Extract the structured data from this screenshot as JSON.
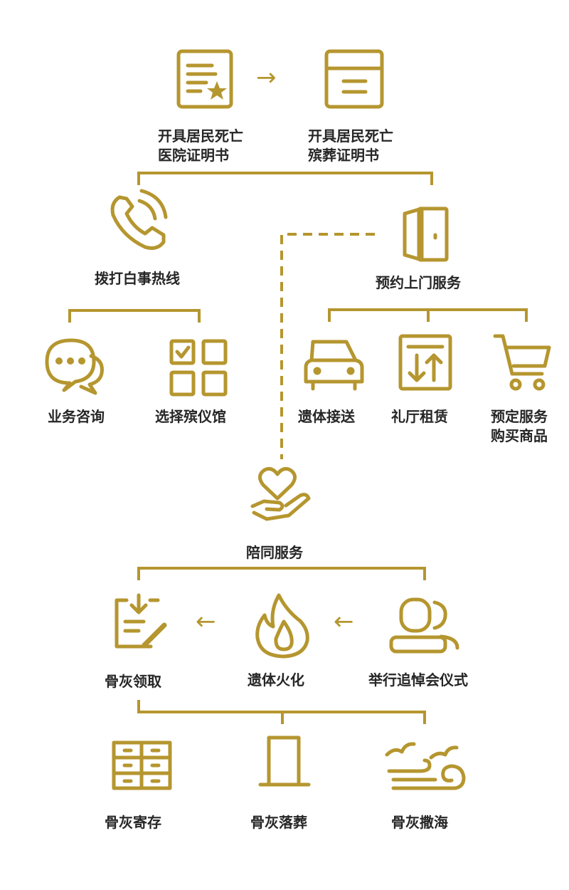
{
  "steps": {
    "hospital_cert": {
      "line1": "开具居民死亡",
      "line2": "医院证明书"
    },
    "funeral_cert": {
      "line1": "开具居民死亡",
      "line2": "殡葬证明书"
    },
    "hotline": "拨打白事热线",
    "home_service": "预约上门服务",
    "consult": "业务咨询",
    "choose_home": "选择殡仪馆",
    "transport": "遗体接送",
    "hall_rental": "礼厅租赁",
    "book_buy": {
      "line1": "预定服务",
      "line2": "购买商品"
    },
    "accompany": "陪同服务",
    "ash_collect": "骨灰领取",
    "cremation": "遗体火化",
    "memorial": "举行追悼会仪式",
    "ash_storage": "骨灰寄存",
    "ash_burial": "骨灰落葬",
    "ash_sea": "骨灰撒海"
  },
  "arrows": {
    "right": "→",
    "left": "←"
  },
  "colors": {
    "accent": "#b5962f",
    "text": "#262626",
    "background": "#ffffff"
  },
  "icons": [
    "certificate-star-icon",
    "document-list-icon",
    "phone-call-icon",
    "door-icon",
    "chat-bubbles-icon",
    "grid-checkbox-icon",
    "car-icon",
    "elevator-arrows-icon",
    "shopping-cart-icon",
    "heart-hand-icon",
    "download-pen-icon",
    "flame-icon",
    "people-icon",
    "storage-cabinet-icon",
    "tombstone-icon",
    "sea-birds-icon"
  ]
}
